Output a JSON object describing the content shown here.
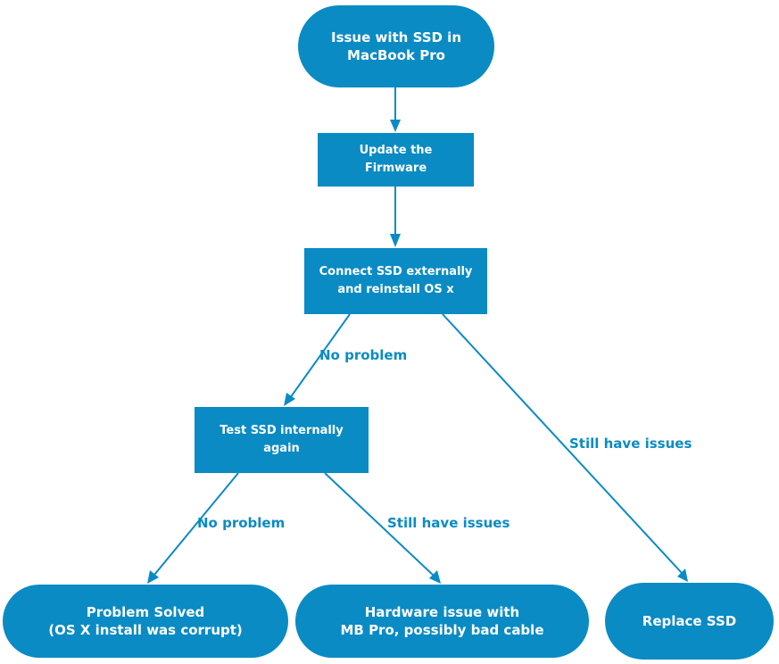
{
  "colors": {
    "node_fill": "#0a8bc4",
    "node_text": "#ffffff",
    "edge": "#0a8bc4",
    "edge_label": "#0a8bc4"
  },
  "nodes": {
    "start": {
      "text": "Issue with SSD in\nMacBook Pro",
      "shape": "rounded"
    },
    "update_firmware": {
      "text": "Update the Firmware",
      "shape": "rect"
    },
    "connect_external": {
      "text": "Connect SSD externally\nand reinstall OS x",
      "shape": "rect"
    },
    "test_internal": {
      "text": "Test SSD internally again",
      "shape": "rect"
    },
    "problem_solved": {
      "text": "Problem Solved\n(OS X install was corrupt)",
      "shape": "rounded"
    },
    "hardware_issue": {
      "text": "Hardware issue with\nMB Pro, possibly bad cable",
      "shape": "rounded"
    },
    "replace_ssd": {
      "text": "Replace SSD",
      "shape": "rounded"
    }
  },
  "edges": [
    {
      "from": "start",
      "to": "update_firmware",
      "label": ""
    },
    {
      "from": "update_firmware",
      "to": "connect_external",
      "label": ""
    },
    {
      "from": "connect_external",
      "to": "test_internal",
      "label": "No problem"
    },
    {
      "from": "connect_external",
      "to": "replace_ssd",
      "label": "Still have issues"
    },
    {
      "from": "test_internal",
      "to": "problem_solved",
      "label": "No problem"
    },
    {
      "from": "test_internal",
      "to": "hardware_issue",
      "label": "Still have issues"
    }
  ]
}
